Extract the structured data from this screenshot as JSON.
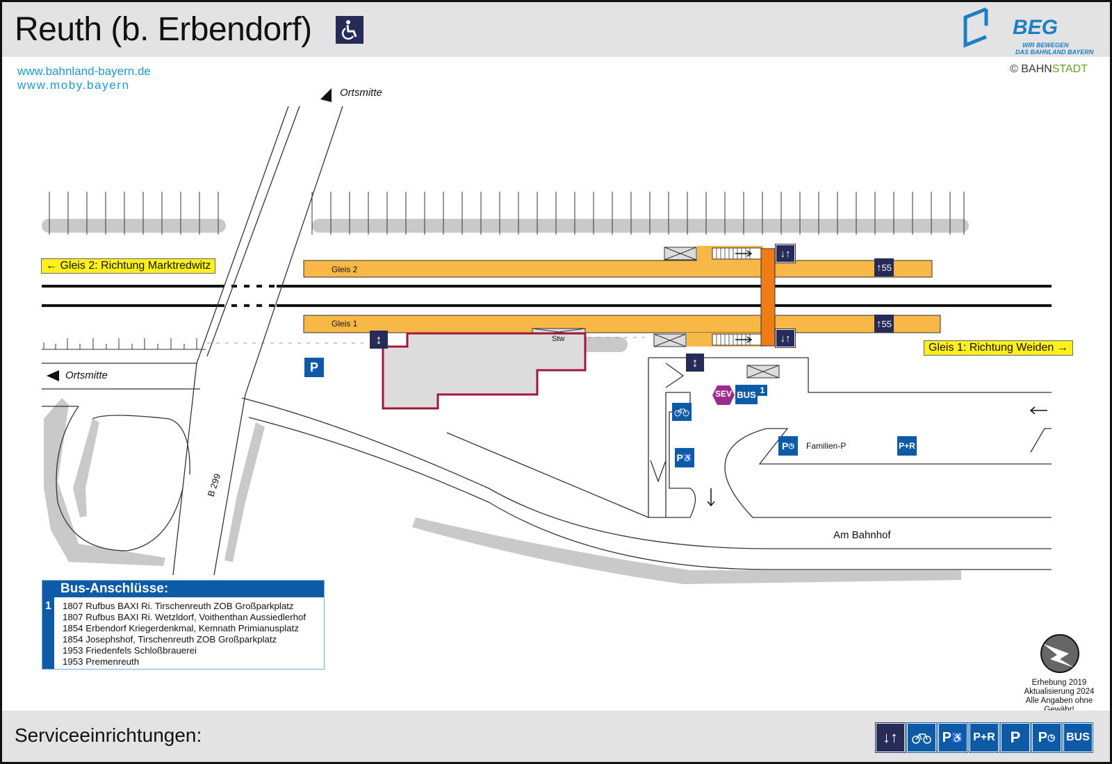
{
  "header": {
    "title": "Reuth (b. Erbendorf)",
    "accessibility_icon": "wheelchair-icon",
    "links": [
      "www.bahnland-bayern.de",
      "www.moby.bayern"
    ],
    "logo": {
      "name": "BEG",
      "tagline_1": "WIR BEWEGEN",
      "tagline_2": "DAS BAHNLAND BAYERN"
    },
    "copyright": {
      "symbol": "©",
      "part1": "BAHN",
      "part2": "STADT"
    }
  },
  "map": {
    "direction_labels": {
      "ortsmitte_top": "Ortsmitte",
      "ortsmitte_left": "Ortsmitte"
    },
    "track_labels": {
      "gleis2_direction": "Gleis 2: Richtung Marktredwitz",
      "gleis1_direction": "Gleis 1: Richtung Weiden",
      "gleis2_platform": "Gleis 2",
      "gleis1_platform": "Gleis 1",
      "platform_height_2": "55",
      "platform_height_1": "55"
    },
    "road_labels": {
      "b299": "B 299",
      "am_bahnhof": "Am Bahnhof"
    },
    "facility_labels": {
      "stw": "Stw",
      "familien_p": "Familien-P",
      "sev": "SEV",
      "bus": "BUS",
      "bus_stop_number": "1",
      "parking": "P",
      "park_ride": "P+R"
    }
  },
  "bus_connections": {
    "heading": "Bus-Anschlüsse:",
    "stop_number": "1",
    "lines": [
      "1807 Rufbus BAXI Ri. Tirschenreuth ZOB Großparkplatz",
      "1807 Rufbus BAXI Ri. Wetzldorf, Voithenthan Aussiedlerhof",
      "1854 Erbendorf Kriegerdenkmal, Kemnath Primianusplatz",
      "1854 Josephshof, Tirschenreuth ZOB Großparkplatz",
      "1953 Friedenfels Schloßbrauerei",
      "1953 Premenreuth"
    ]
  },
  "survey_note": {
    "line1": "Erhebung 2019",
    "line2": "Aktualisierung 2024",
    "line3": "Alle Angaben ohne Gewähr!"
  },
  "footer": {
    "label": "Serviceeinrichtungen:",
    "services": [
      {
        "icon": "elevator-icon"
      },
      {
        "icon": "bicycle-parking-icon"
      },
      {
        "icon": "accessible-parking-icon"
      },
      {
        "icon": "park-and-ride-icon",
        "text": "P+R"
      },
      {
        "icon": "parking-icon",
        "text": "P"
      },
      {
        "icon": "short-term-parking-icon",
        "text": "P"
      },
      {
        "icon": "bus-icon",
        "text": "BUS"
      }
    ]
  },
  "colors": {
    "platform": "#f8b846",
    "overpass": "#f07c16",
    "building_outline": "#a0173a",
    "service_blue": "#0d5aa6",
    "navy": "#262b57",
    "sev_purple": "#9b2c8e",
    "direction_yellow": "#ffef1a",
    "link_blue": "#1a9ad6"
  }
}
